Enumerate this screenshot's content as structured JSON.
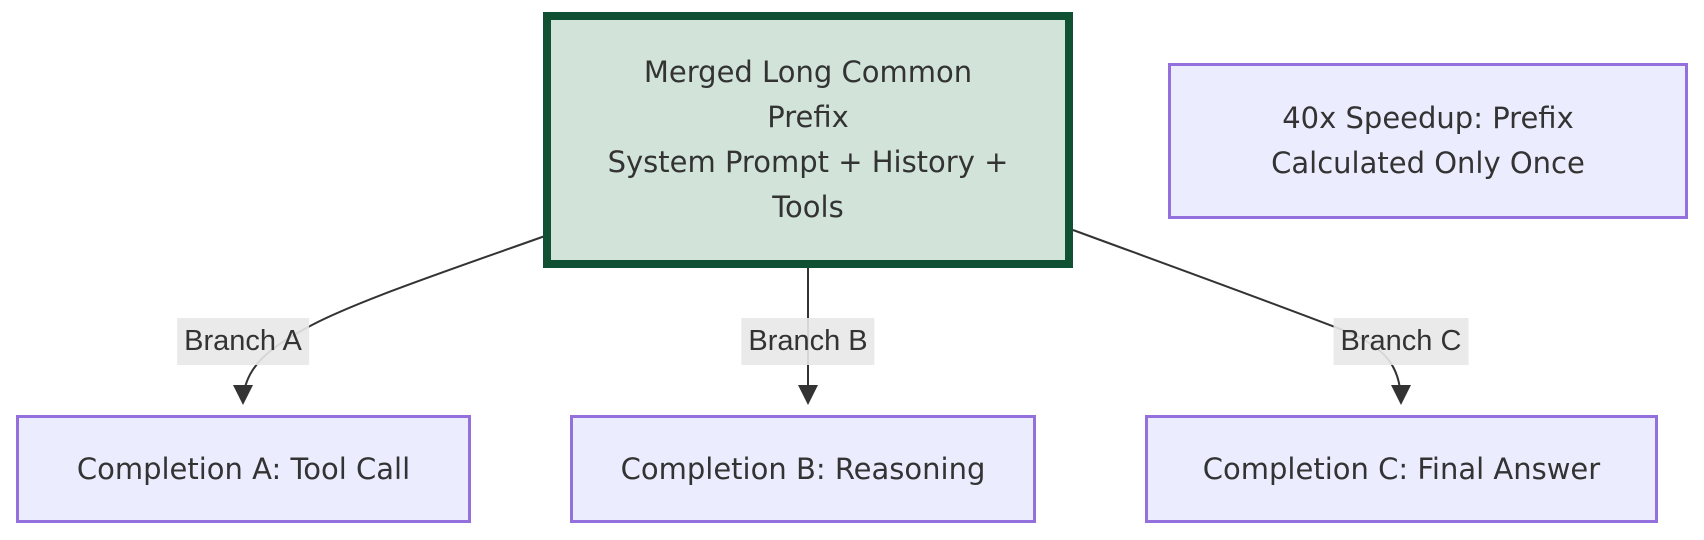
{
  "colors": {
    "background": "#ffffff",
    "line": "#333333",
    "text": "#333333",
    "green_fill": "#d2e4da",
    "green_stroke": "#0f5132",
    "purple_fill": "#ececff",
    "purple_stroke": "#9370db",
    "edge_label_bg": "rgba(232,232,232,0.9)"
  },
  "nodes": {
    "prefix": {
      "label": "Merged Long Common\nPrefix\nSystem Prompt + History +\nTools"
    },
    "speedup": {
      "label": "40x Speedup: Prefix\nCalculated Only Once"
    },
    "comp_a": {
      "label": "Completion A: Tool Call"
    },
    "comp_b": {
      "label": "Completion B: Reasoning"
    },
    "comp_c": {
      "label": "Completion C: Final Answer"
    }
  },
  "edges": {
    "a": {
      "label": "Branch A",
      "from": "prefix",
      "to": "comp_a"
    },
    "b": {
      "label": "Branch B",
      "from": "prefix",
      "to": "comp_b"
    },
    "c": {
      "label": "Branch C",
      "from": "prefix",
      "to": "comp_c"
    }
  }
}
